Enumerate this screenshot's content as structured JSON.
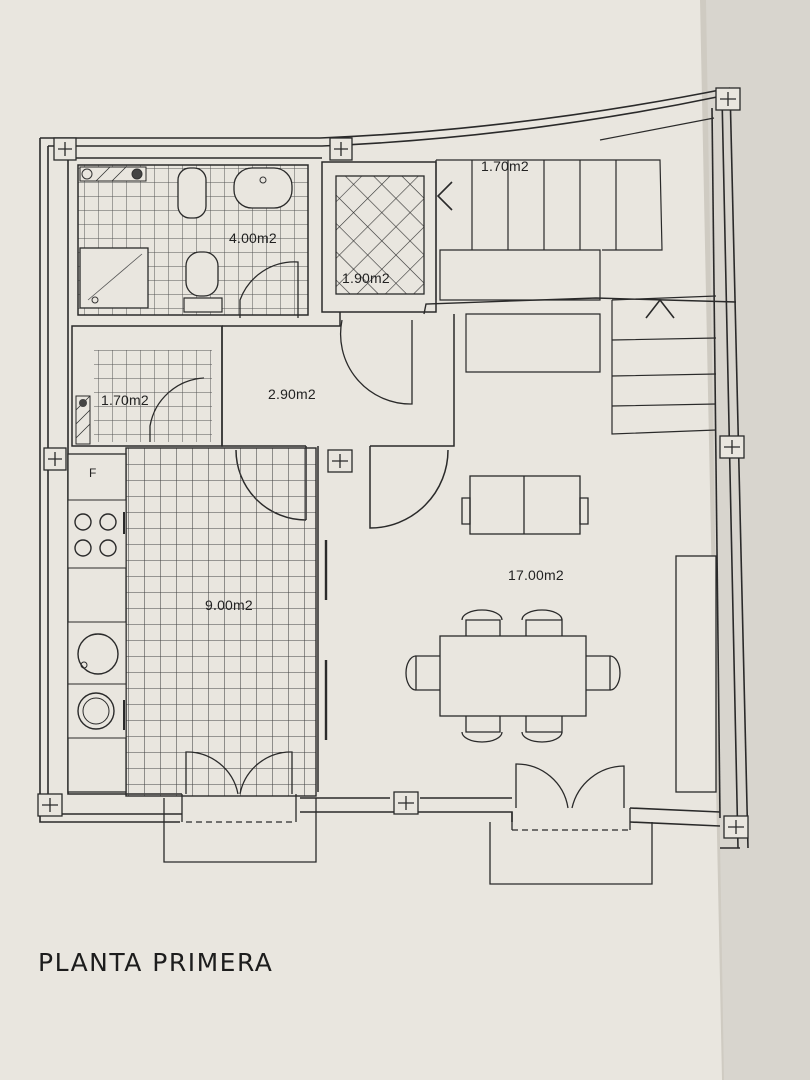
{
  "plan": {
    "title": "PLANTA PRIMERA",
    "rooms": {
      "bathroom": "4.00m2",
      "storage": "1.90m2",
      "terrace_stairs": "1.70m2",
      "laundry": "1.70m2",
      "hall": "2.90m2",
      "kitchen": "9.00m2",
      "living": "17.00m2"
    },
    "appliance_mark": "F"
  },
  "colors": {
    "paper": "#e9e6df",
    "paper_edge": "#cfcbc2",
    "line": "#2a2a2a",
    "tile": "#555555"
  }
}
